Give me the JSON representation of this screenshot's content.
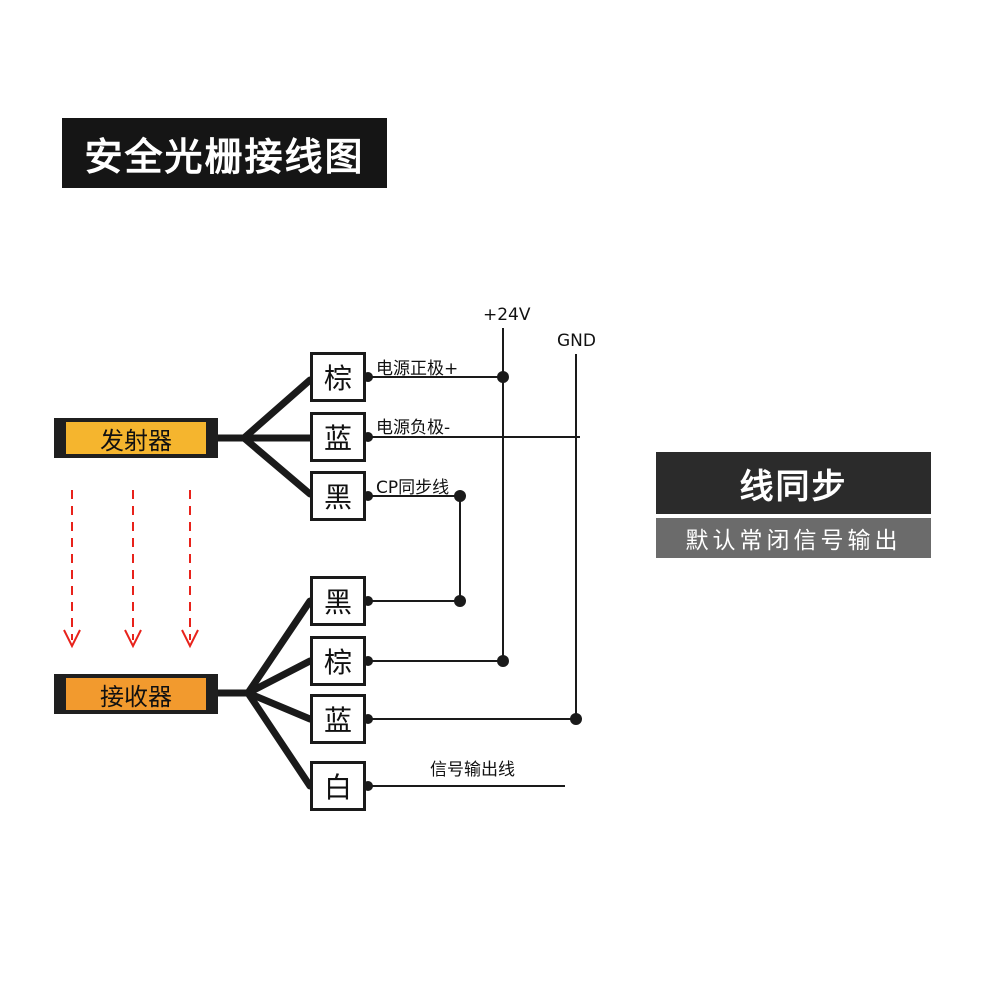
{
  "title": "安全光栅接线图",
  "emitter": {
    "label": "发射器",
    "color": "#f5b52e"
  },
  "receiver": {
    "label": "接收器",
    "color": "#f29a2e"
  },
  "emitter_wires": [
    {
      "color_label": "棕",
      "signal": "电源正极+"
    },
    {
      "color_label": "蓝",
      "signal": "电源负极-"
    },
    {
      "color_label": "黑",
      "signal": "CP同步线"
    }
  ],
  "receiver_wires": [
    {
      "color_label": "黑"
    },
    {
      "color_label": "棕"
    },
    {
      "color_label": "蓝"
    },
    {
      "color_label": "白",
      "signal": "信号输出线"
    }
  ],
  "rails": {
    "positive": "+24V",
    "ground": "GND"
  },
  "sync_panel": {
    "title": "线同步",
    "subtitle": "默认常闭信号输出"
  },
  "colors": {
    "beam_arrow": "#e8221b",
    "wire": "#1a1a1a"
  }
}
